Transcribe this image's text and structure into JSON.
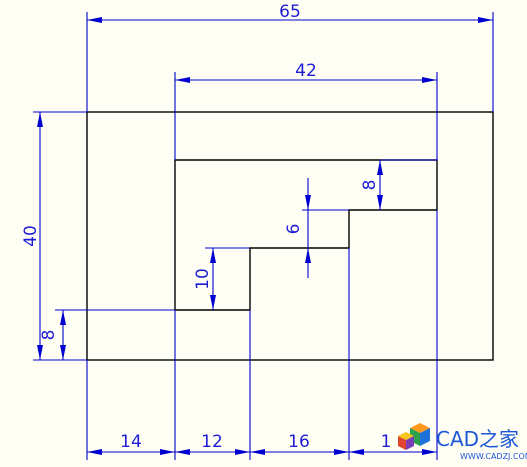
{
  "dimensions": {
    "overall_width": "65",
    "inner_width": "42",
    "overall_height": "40",
    "bottom_offset": "8",
    "step_top": "8",
    "step_middle": "6",
    "step_lower": "10",
    "segment_1": "14",
    "segment_2": "12",
    "segment_3": "16",
    "segment_4": "1"
  },
  "colors": {
    "outline": "#000000",
    "dimension": "#0000d0",
    "background": "#fffef5",
    "watermark": "#1b57d6"
  },
  "watermark": {
    "brand": "CAD之家",
    "url": "WWW.CADZJ.COM",
    "icon": "cube-logo-icon"
  }
}
